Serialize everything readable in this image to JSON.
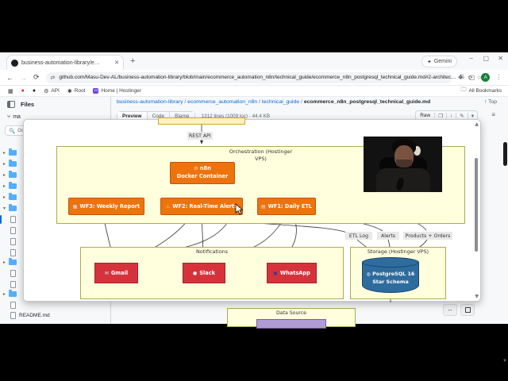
{
  "browser": {
    "tab_title": "business-automation-library/e…",
    "url": "github.com/Masu-Dev-AL/business-automation-library/blob/main/ecommerce_automation_n8n/technical_guide/ecommerce_n8n_postgresql_technical_guide.md#2-architec…",
    "gemini_label": "Gemini",
    "avatar_letter": "A",
    "bookmarks": {
      "api": "API",
      "root": "Root",
      "home": "Home | Hostinger",
      "all": "All Bookmarks"
    }
  },
  "github": {
    "files_label": "Files",
    "branch": "ma",
    "goto_placeholder": "Go",
    "breadcrumb": [
      "business-automation-library",
      "ecommerce_automation_n8n",
      "technical_guide",
      "ecommerce_n8n_postgresql_technical_guide.md"
    ],
    "sep": "/",
    "top_link": "Top",
    "tabs": {
      "preview": "Preview",
      "code": "Code",
      "blame": "Blame"
    },
    "meta": "1312 lines (1009 loc) · 44.4 KB",
    "raw_label": "Raw",
    "readme": "README.md",
    "tree": [
      {
        "type": "folder"
      },
      {
        "type": "folder"
      },
      {
        "type": "folder"
      },
      {
        "type": "folder"
      },
      {
        "type": "folder"
      },
      {
        "type": "folder-open"
      },
      {
        "type": "file",
        "selected": true
      },
      {
        "type": "file"
      },
      {
        "type": "file"
      },
      {
        "type": "file"
      },
      {
        "type": "folder"
      },
      {
        "type": "file"
      },
      {
        "type": "file"
      },
      {
        "type": "folder"
      },
      {
        "type": "file"
      }
    ]
  },
  "diagram": {
    "rest_api": "REST API",
    "orchestration_line1": "Orchestration (Hostinger",
    "orchestration_line2": "VPS)",
    "n8n_title": "n8n",
    "n8n_sub": "Docker Container",
    "wf3": "WF3: Weekly Report",
    "wf2": "WF2: Real-Time Alerts",
    "wf1": "WF1: Daily ETL",
    "notifications": "Notifications",
    "gmail": "Gmail",
    "slack": "Slack",
    "whatsapp": "WhatsApp",
    "edge_etl": "ETL Log",
    "edge_alerts": "Alerts",
    "edge_products": "Products + Orders",
    "storage": "Storage (Hostinger VPS)",
    "db_line1": "PostgreSQL 16",
    "db_line2": "Star Schema",
    "datasource": "Data Source",
    "colors": {
      "node_orange": "#ee730d",
      "node_red": "#d6323c",
      "db_blue": "#2e6c9e",
      "subgraph_fill": "#ffffde"
    }
  },
  "icons": {
    "back": "←",
    "forward": "→",
    "reload": "⟳",
    "tune": "⇄",
    "translate": "G",
    "reader": "⟳",
    "star": "☆",
    "extensions": "❖",
    "menu": "⋮",
    "close": "✕",
    "minimize": "–",
    "maximize": "▢",
    "newtab": "+",
    "spark": "✦",
    "grid": "▦",
    "reddot": "●",
    "octocat": "●",
    "gear": "⚙",
    "root": "✱",
    "home_h": "H",
    "folder": "🗀",
    "branch": "⑂",
    "search": "🔍",
    "chev_closed": "▸",
    "chev_open": "▾",
    "top_arrow": "↑",
    "copy": "❐",
    "download": "↓",
    "edit": "✎",
    "caret": "▾",
    "outline": "≡",
    "wf3": "▦",
    "wf2": "⚠",
    "wf1": "▤",
    "n8n": "⚙",
    "gmail": "✉",
    "slack": "●",
    "whatsapp": "▣",
    "db": "◍",
    "expand": "↔",
    "scroll_up": "▲",
    "scroll_down": "▼"
  }
}
